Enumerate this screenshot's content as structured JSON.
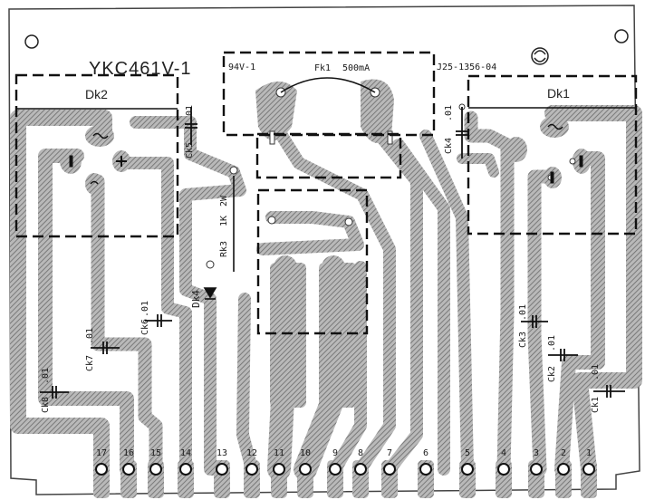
{
  "board": {
    "model_code": "YKC461V-1",
    "part_code_left": "94V-1",
    "part_code_right": "J25-1356-04",
    "fuse_label": "Fk1",
    "fuse_rating": "500mA",
    "resistor_label": "Rk3",
    "resistor_value": "1K",
    "resistor_power": "2W",
    "diode_label": "Dk4"
  },
  "blocks": {
    "left": "Dk2",
    "right": "Dk1"
  },
  "capacitors": [
    {
      "id": "ck5",
      "name": "Ck5",
      "value": ".01"
    },
    {
      "id": "ck4",
      "name": "Ck4",
      "value": ".01"
    },
    {
      "id": "ck6",
      "name": "Ck6",
      "value": ".01"
    },
    {
      "id": "ck7",
      "name": "Ck7",
      "value": ".01"
    },
    {
      "id": "ck8",
      "name": "Ck8",
      "value": ".01"
    },
    {
      "id": "ck3",
      "name": "Ck3",
      "value": ".01"
    },
    {
      "id": "ck2",
      "name": "Ck2",
      "value": ".01"
    },
    {
      "id": "ck1",
      "name": "Ck1",
      "value": ".01"
    }
  ],
  "pins": [
    "17",
    "16",
    "15",
    "14",
    "13",
    "12",
    "11",
    "10",
    "9",
    "8",
    "7",
    "6",
    "5",
    "4",
    "3",
    "2",
    "1"
  ]
}
